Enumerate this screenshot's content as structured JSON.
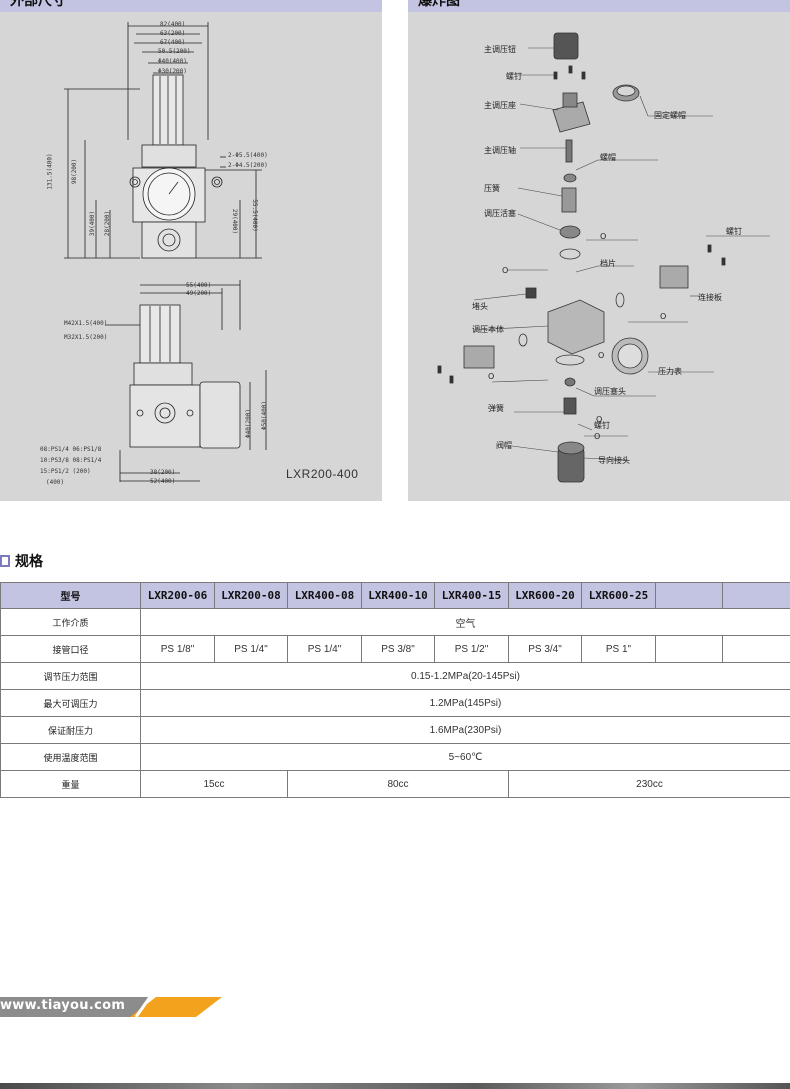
{
  "left_panel": {
    "title": "外部尺寸",
    "dims_top": [
      "82(400)",
      "63(200)",
      "67(400)",
      "50.5(200)",
      "Φ40(400)",
      "Φ30(200)"
    ],
    "dims_left": [
      "131.5(400)",
      "98(200)",
      "39(400)",
      "28(200)"
    ],
    "dims_right": [
      "2-Φ5.5(400)",
      "2-Φ4.5(200)",
      "29(400)",
      "55.5(400)"
    ],
    "dims_side": [
      "55(400)",
      "49(200)",
      "Φ40(200)",
      "Φ50(400)",
      "38(200)",
      "52(400)"
    ],
    "thread_labels": [
      "M42X1.5(400)",
      "M32X1.5(200)"
    ],
    "port_notes": [
      "08:PS1/4  06:PS1/8",
      "10:PS3/8  08:PS1/4",
      "15:PS1/2    (200)",
      "(400)"
    ],
    "model_code": "LXR200-400"
  },
  "right_panel": {
    "title": "爆炸图",
    "parts": [
      "主调压钮",
      "螺钉",
      "固定螺帽",
      "主调压座",
      "主调压轴",
      "螺帽",
      "压簧",
      "调压活塞",
      "O",
      "螺钉",
      "O",
      "档片",
      "堵头",
      "连接板",
      "O",
      "调压本体",
      "O",
      "O",
      "压力表",
      "调压塞头",
      "O",
      "弹簧",
      "螺钉",
      "O",
      "阀帽",
      "导向接头"
    ]
  },
  "spec": {
    "title": "规格",
    "header_label": "型号",
    "models": [
      "LXR200-06",
      "LXR200-08",
      "LXR400-08",
      "LXR400-10",
      "LXR400-15",
      "LXR600-20",
      "LXR600-25",
      "",
      ""
    ],
    "rows": [
      {
        "label": "工作介质",
        "value": "空气"
      },
      {
        "label": "接管口径",
        "values": [
          "PS 1/8\"",
          "PS 1/4\"",
          "PS 1/4\"",
          "PS 3/8\"",
          "PS 1/2\"",
          "PS 3/4\"",
          "PS 1\"",
          "",
          ""
        ]
      },
      {
        "label": "调节压力范围",
        "value": "0.15-1.2MPa(20-145Psi)"
      },
      {
        "label": "最大可调压力",
        "value": "1.2MPa(145Psi)"
      },
      {
        "label": "保证耐压力",
        "value": "1.6MPa(230Psi)"
      },
      {
        "label": "使用温度范围",
        "value": "5~60℃"
      },
      {
        "label": "重量",
        "weights": [
          "15cc",
          "80cc",
          "230cc"
        ]
      }
    ]
  },
  "footer": {
    "website": "www.tiayou.com",
    "colors": {
      "grey": "#8c8c8c",
      "orange": "#f2a21c"
    }
  }
}
